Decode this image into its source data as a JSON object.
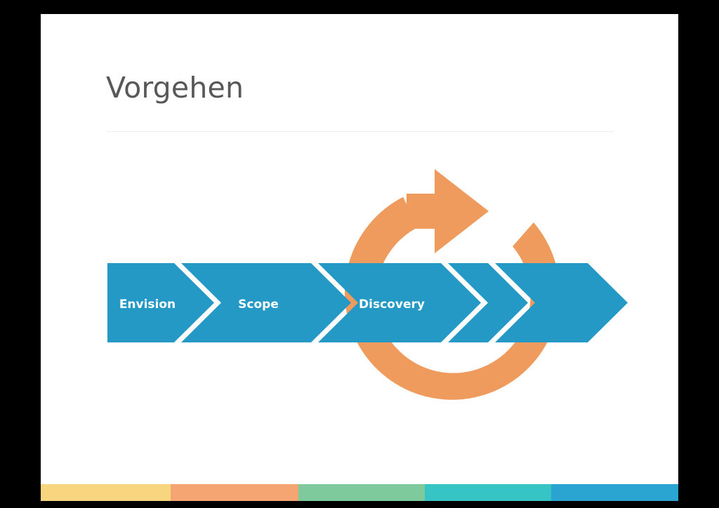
{
  "slide": {
    "title": "Vorgehen",
    "background_color": "#FFFFFF",
    "letterbox_color": "#000000",
    "divider_color": "#EDEDED",
    "title_color": "#585858"
  },
  "diagram": {
    "type": "process-chevrons-with-cycle-arrow",
    "chevron_color": "#2499C6",
    "chevron_label_color": "#FFFFFF",
    "cycle_arrow_color": "#EF9B5E",
    "steps": [
      {
        "label": "Envision"
      },
      {
        "label": "Scope"
      },
      {
        "label": "Discovery"
      },
      {
        "label": ""
      },
      {
        "label": ""
      }
    ]
  },
  "footer": {
    "segments": [
      {
        "name": "yellow",
        "color": "#F8D680"
      },
      {
        "name": "orange",
        "color": "#F5A572"
      },
      {
        "name": "green",
        "color": "#7FCA9C"
      },
      {
        "name": "teal",
        "color": "#36C4C4"
      },
      {
        "name": "blue",
        "color": "#2AA4D0"
      }
    ]
  }
}
